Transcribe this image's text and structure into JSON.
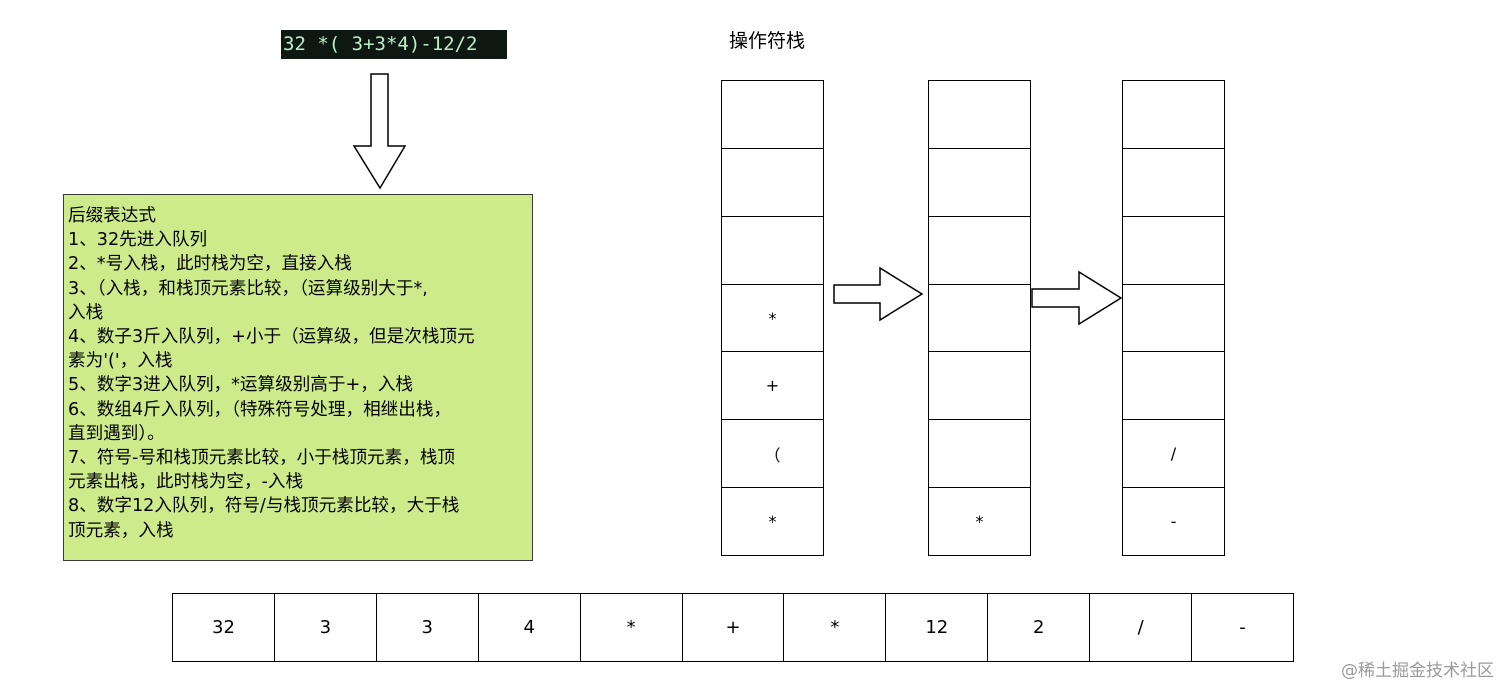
{
  "expression": "32 *( 3+3*4)-12/2",
  "note": {
    "lines": [
      "后缀表达式",
      "1、32先进入队列",
      "2、*号入栈，此时栈为空，直接入栈",
      "3、（入栈，和栈顶元素比较，（运算级别大于*,",
      "入栈",
      "4、数子3斤入队列，+小于（运算级，但是次栈顶元",
      "素为'('，入栈",
      "5、数字3进入队列，*运算级别高于+，入栈",
      "6、数组4斤入队列，（特殊符号处理，相继出栈，",
      "直到遇到）。",
      "7、符号-号和栈顶元素比较，小于栈顶元素，栈顶",
      "元素出栈，此时栈为空，-入栈",
      "8、数字12入队列，符号/与栈顶元素比较，大于栈",
      "顶元素，入栈"
    ]
  },
  "stack_title": "操作符栈",
  "stacks": [
    {
      "cells": [
        "",
        "",
        "",
        "*",
        "+",
        "（",
        "*"
      ]
    },
    {
      "cells": [
        "",
        "",
        "",
        "",
        "",
        "",
        "*"
      ]
    },
    {
      "cells": [
        "",
        "",
        "",
        "",
        "",
        "/",
        "-"
      ]
    }
  ],
  "queue": [
    "32",
    "3",
    "3",
    "4",
    "*",
    "+",
    "*",
    "12",
    "2",
    "/",
    "-"
  ],
  "watermark": "@稀土掘金技术社区",
  "colors": {
    "note_bg": "#cdeb8b",
    "expr_bg": "#0f1712",
    "expr_fg": "#b9f0c8"
  }
}
